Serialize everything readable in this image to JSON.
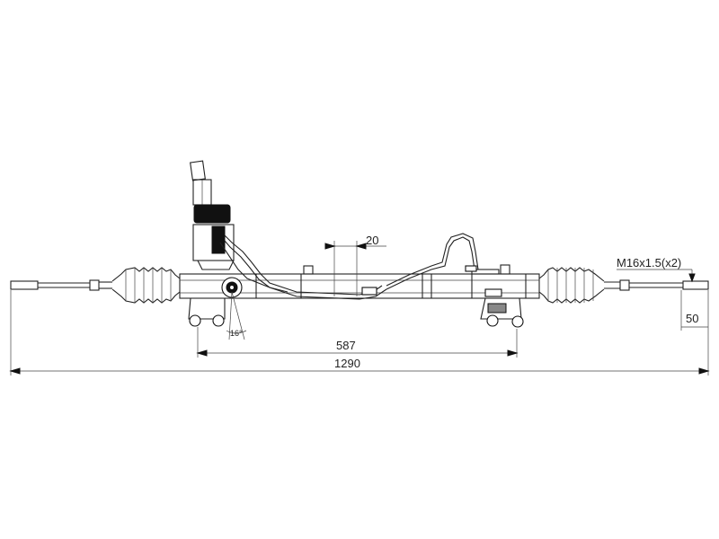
{
  "dimensions": {
    "offset": "20",
    "thread": "M16x1.5(x2)",
    "end_length": "50",
    "mount_spacing": "587",
    "overall_length": "1290",
    "angle": "16°"
  },
  "colors": {
    "line": "#222222",
    "background": "#ffffff"
  }
}
